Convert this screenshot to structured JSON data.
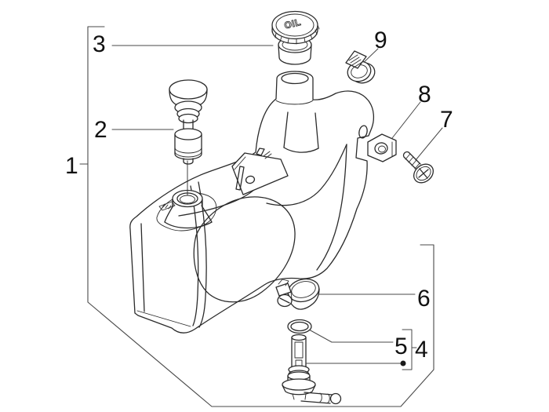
{
  "diagram": {
    "background": "#ffffff",
    "line_color": "#2b2b2b",
    "cap_text": "OIL",
    "parts": [
      {
        "number": "1",
        "name": "oil-tank-assembly-boundary"
      },
      {
        "number": "2",
        "name": "oil-level-gauge"
      },
      {
        "number": "3",
        "name": "oil-filler-cap"
      },
      {
        "number": "4",
        "name": "oil-outlet-valve-assembly"
      },
      {
        "number": "5",
        "name": "o-ring"
      },
      {
        "number": "6",
        "name": "hose-clamp"
      },
      {
        "number": "7",
        "name": "self-tapping-screw"
      },
      {
        "number": "8",
        "name": "square-clip-nut"
      },
      {
        "number": "9",
        "name": "small-spring-clamp"
      }
    ]
  }
}
